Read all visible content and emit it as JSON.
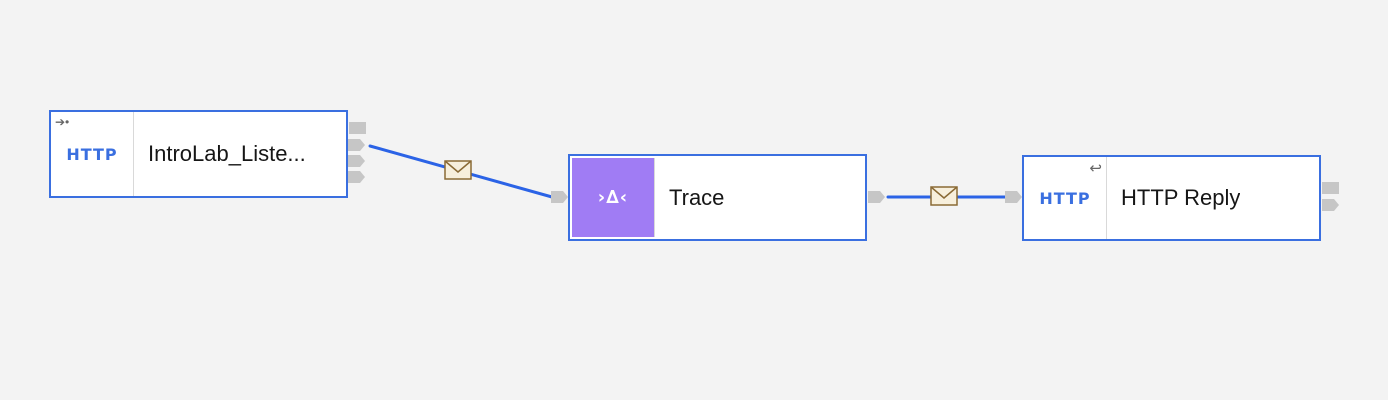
{
  "nodes": {
    "listener": {
      "label": "IntroLab_Liste...",
      "icon_text": "HTTP",
      "icon": "http-input-icon"
    },
    "trace": {
      "label": "Trace",
      "icon_text": "›∆‹",
      "icon": "trace-icon"
    },
    "reply": {
      "label": "HTTP Reply",
      "icon_text": "HTTP",
      "icon": "http-reply-icon"
    }
  },
  "colors": {
    "background": "#f3f3f3",
    "node_border": "#3a6fe0",
    "wire": "#2b63e6",
    "http_text": "#3a6fe0",
    "trace_fill": "#a07cf4",
    "terminal": "#c6c6c6",
    "envelope_fill": "#f7efdc",
    "envelope_stroke": "#8a6a35"
  },
  "edges": [
    {
      "from": "listener",
      "to": "trace",
      "icon": "envelope-icon"
    },
    {
      "from": "trace",
      "to": "reply",
      "icon": "envelope-icon"
    }
  ]
}
